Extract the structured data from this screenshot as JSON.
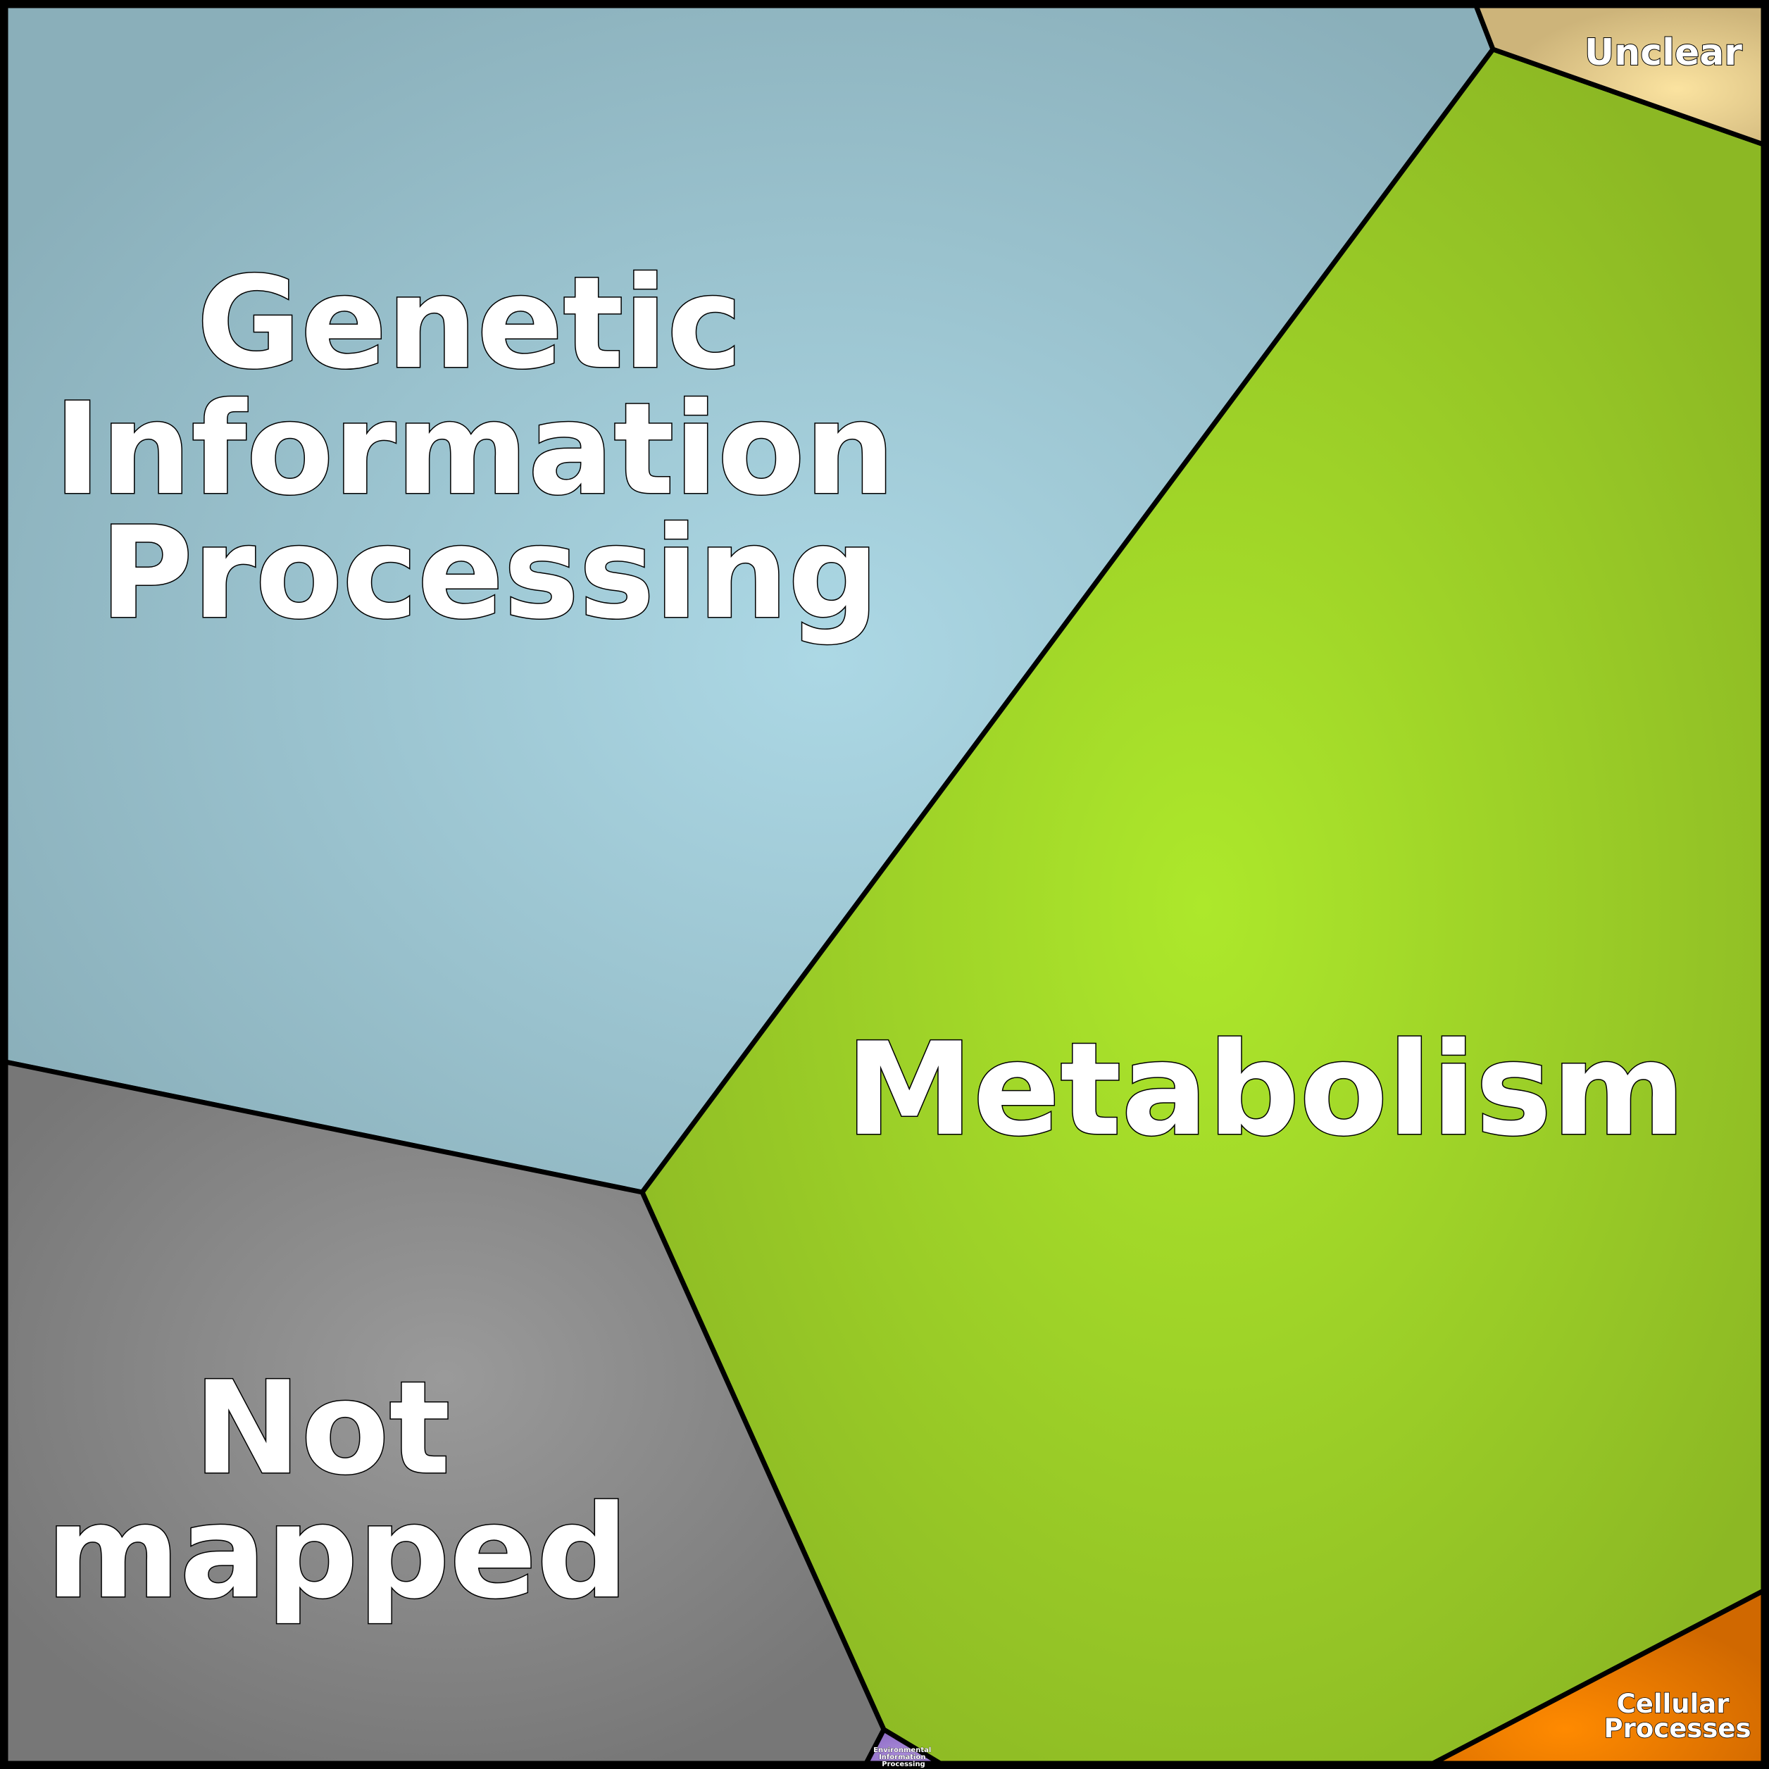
{
  "chart_data": {
    "type": "voronoi-treemap",
    "cells": [
      {
        "id": "genetic",
        "label_lines": [
          "Genetic",
          "Information",
          "Processing"
        ],
        "color": "#acd8e5",
        "edge_color": "#8aafba"
      },
      {
        "id": "metabolism",
        "label_lines": [
          "Metabolism"
        ],
        "color": "#ade82b",
        "edge_color": "#8cb824"
      },
      {
        "id": "notmapped",
        "label_lines": [
          "Not",
          "mapped"
        ],
        "color": "#9a9a9a",
        "edge_color": "#777777"
      },
      {
        "id": "unclear",
        "label_lines": [
          "Unclear"
        ],
        "color": "#fbe3a0",
        "edge_color": "#cdb47a"
      },
      {
        "id": "cellular",
        "label_lines": [
          "Cellular",
          "Processes"
        ],
        "color": "#ff8a00",
        "edge_color": "#d06800"
      },
      {
        "id": "environmental",
        "label_lines": [
          "Environmental",
          "Information",
          "Processing"
        ],
        "color": "#a88ad8",
        "edge_color": "#9270c8"
      }
    ]
  }
}
